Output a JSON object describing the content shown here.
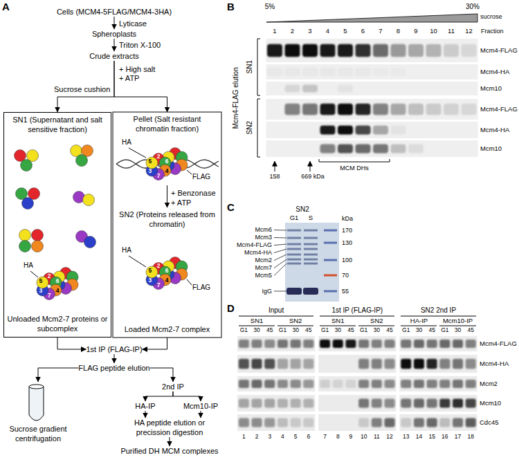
{
  "diagram": {
    "nodes": [
      {
        "text": [
          "Cells (MCM4-5FLAG/MCM4-3HA)"
        ]
      },
      {
        "text": [
          "Spheroplasts"
        ]
      },
      {
        "text": [
          "Crude extracts"
        ]
      },
      {
        "text": [
          "SN1 (Supernatant and salt sensitive fraction)",
          "Unloaded Mcm2-7 proteins or subcomplex"
        ]
      },
      {
        "text": [
          "Pellet (Salt resistant chromatin fraction)"
        ]
      },
      {
        "text": [
          "SN2 (Proteins released from chromatin)",
          "Loaded Mcm2-7 complex"
        ]
      },
      {
        "text": [
          "1st IP (FLAG-IP)"
        ]
      },
      {
        "text": [
          "FLAG peptide elution"
        ]
      },
      {
        "text": [
          "Sucrose gradient centrifugation"
        ]
      },
      {
        "text": [
          "2nd IP"
        ]
      },
      {
        "text": [
          "HA-IP"
        ]
      },
      {
        "text": [
          "Mcm10-IP"
        ]
      },
      {
        "text": [
          "HA peptide elution or precission digestion"
        ]
      },
      {
        "text": [
          "Purified DH MCM complexes"
        ]
      }
    ],
    "edges": [
      {
        "from": 0,
        "to": 1,
        "label": "Lyticase",
        "arrow": "to"
      },
      {
        "from": 1,
        "to": 2,
        "label": "Triton X-100",
        "arrow": "to"
      },
      {
        "from": 2,
        "to": 3,
        "arrow": "to"
      },
      {
        "from": 2,
        "to": 4,
        "arrow": "to"
      },
      {
        "from": 4,
        "to": 5,
        "label": "+ Benzonase + ATP",
        "arrow": "to"
      },
      {
        "from": 3,
        "to": 6,
        "arrow": "to"
      },
      {
        "from": 5,
        "to": 6,
        "arrow": "to"
      },
      {
        "from": 6,
        "to": 7,
        "arrow": "to"
      },
      {
        "from": 7,
        "to": 8,
        "arrow": "to"
      },
      {
        "from": 7,
        "to": 9,
        "arrow": "to"
      },
      {
        "from": 9,
        "to": 10,
        "arrow": "to"
      },
      {
        "from": 9,
        "to": 11,
        "arrow": "to"
      },
      {
        "from": 10,
        "to": 12,
        "arrow": "to"
      },
      {
        "from": 11,
        "to": 12,
        "arrow": "to"
      },
      {
        "from": 12,
        "to": 13,
        "arrow": "to"
      }
    ],
    "labels": [
      "A",
      "B",
      "C",
      "D",
      "+ High salt",
      "+ ATP",
      "Sucrose cushion",
      "HA",
      "2",
      "6",
      "4",
      "7",
      "3",
      "5",
      "HA",
      "2",
      "6",
      "4",
      "7",
      "3",
      "5",
      "FLAG",
      "HA",
      "2",
      "6",
      "4",
      "7",
      "3",
      "5",
      "FLAG",
      "5%",
      "30%",
      "sucrose",
      "1",
      "2",
      "3",
      "4",
      "5",
      "6",
      "7",
      "8",
      "9",
      "10",
      "11",
      "12",
      "Fraction",
      "Mcm4-FLAG elution",
      "SN1",
      "SN2",
      "Mcm4-FLAG",
      "Mcm4-HA",
      "Mcm10",
      "Mcm4-FLAG",
      "Mcm4-HA",
      "Mcm10",
      "158",
      "669 kDa",
      "MCM DHs",
      "SN2",
      "G1",
      "S",
      "Mcm6",
      "Mcm3",
      "Mcm4-FLAG",
      "Mcm4-HA",
      "Mcm2",
      "Mcm7",
      "Mcm5",
      "IgG",
      "kDa",
      "170",
      "130",
      "100",
      "70",
      "55",
      "Input",
      "1st IP (FLAG-IP)",
      "SN2 2nd IP",
      "SN1",
      "SN2",
      "SN1",
      "SN2",
      "HA-IP",
      "Mcm10-IP",
      "G1",
      "30",
      "45",
      "G1",
      "30",
      "45",
      "G1",
      "30",
      "45",
      "G1",
      "30",
      "45",
      "G1",
      "30",
      "45",
      "G1",
      "30",
      "45",
      "Mcm4-FLAG",
      "Mcm4-HA",
      "Mcm2",
      "Mcm10",
      "Cdc45",
      "1",
      "2",
      "3",
      "4",
      "5",
      "6",
      "7",
      "8",
      "9",
      "10",
      "11",
      "12",
      "13",
      "14",
      "15",
      "16",
      "17",
      "18"
    ]
  }
}
